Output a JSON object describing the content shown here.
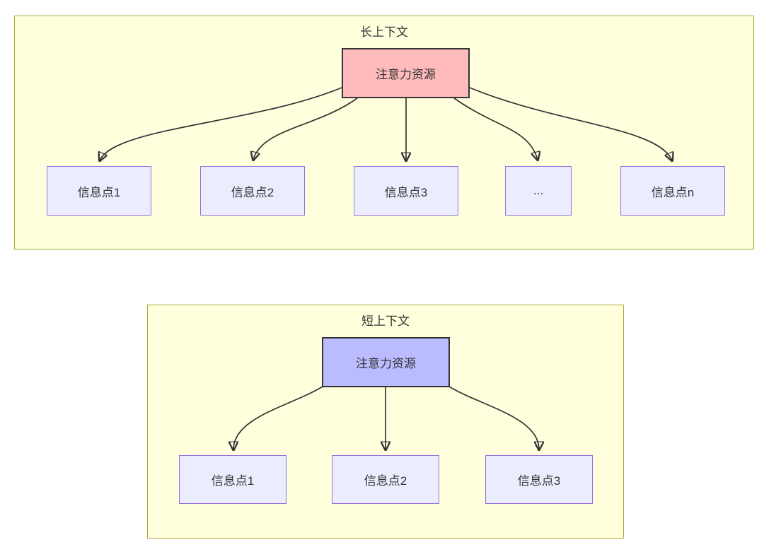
{
  "colors": {
    "cluster_fill": "#ffffde",
    "cluster_border": "#aaaa33",
    "info_node_fill": "#ececff",
    "info_node_border": "#9370db",
    "attention_long_fill": "#ffbbbb",
    "attention_short_fill": "#bbbbff",
    "attention_node_border": "#333333",
    "edge_color": "#333333",
    "text_color": "#333333"
  },
  "long": {
    "title": "长上下文",
    "attention_label": "注意力资源",
    "children": [
      {
        "label": "信息点1"
      },
      {
        "label": "信息点2"
      },
      {
        "label": "信息点3"
      },
      {
        "label": "..."
      },
      {
        "label": "信息点n"
      }
    ]
  },
  "short": {
    "title": "短上下文",
    "attention_label": "注意力资源",
    "children": [
      {
        "label": "信息点1"
      },
      {
        "label": "信息点2"
      },
      {
        "label": "信息点3"
      }
    ]
  }
}
